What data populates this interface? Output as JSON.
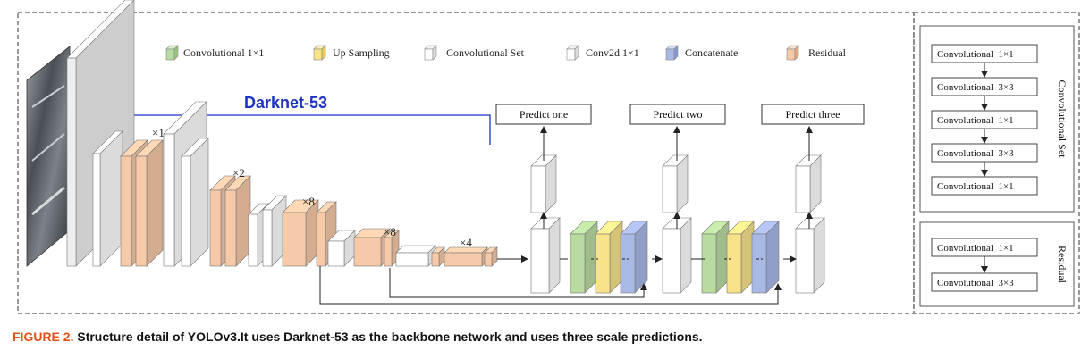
{
  "legend": {
    "conv1x1": "Convolutional 1×1",
    "upsampling": "Up Sampling",
    "convset": "Convolutional Set",
    "conv2d": "Conv2d 1×1",
    "concat": "Concatenate",
    "residual": "Residual"
  },
  "backbone_label": "Darknet-53",
  "repeat_labels": {
    "r1": "×1",
    "r2": "×2",
    "r3": "×8",
    "r4": "×8",
    "r5": "×4"
  },
  "predictions": {
    "p1": "Predict one",
    "p2": "Predict two",
    "p3": "Predict three"
  },
  "conv_set_panel": {
    "title": "Convolutional Set",
    "layers": [
      "Convolutional  1×1",
      "Convolutional  3×3",
      "Convolutional  1×1",
      "Convolutional  3×3",
      "Convolutional  1×1"
    ]
  },
  "residual_panel": {
    "title": "Residual",
    "layers": [
      "Convolutional  1×1",
      "Convolutional  3×3"
    ]
  },
  "colors": {
    "residual": "#f6c9a8",
    "conv1x1": "#b9dba0",
    "upsampling": "#f8e38a",
    "concat": "#a9b9e6",
    "white_block": "#ffffff",
    "backbone_line": "#1a33c4",
    "caption_prefix": "#e0501b"
  },
  "caption": {
    "prefix": "FIGURE 2.",
    "text": " Structure detail of YOLOv3.It uses Darknet-53 as the backbone network and uses three scale predictions."
  }
}
